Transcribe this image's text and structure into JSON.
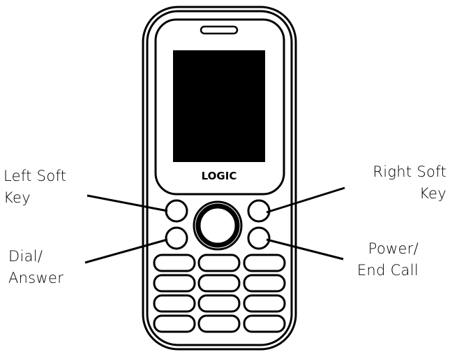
{
  "brand": {
    "logo_text": "LOGIC"
  },
  "labels": {
    "left_soft_key": [
      "Left Soft",
      "Key"
    ],
    "dial_answer": [
      "Dial/",
      "Answer"
    ],
    "right_soft_key": [
      "Right Soft",
      "Key"
    ],
    "power_end_call": [
      "Power/",
      "End Call"
    ]
  },
  "keypad": {
    "rows": 4,
    "columns": 3
  },
  "colors": {
    "stroke": "#000000",
    "screen": "#000000",
    "background": "#ffffff"
  }
}
